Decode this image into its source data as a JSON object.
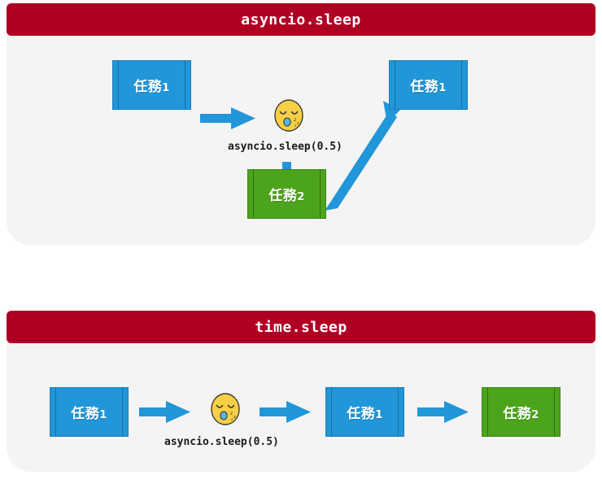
{
  "meta": {
    "accent_red": "#AF0024",
    "panel_bg": "#f4f4f5",
    "blue": "#2196d8",
    "green": "#4ca41c",
    "arrow_blue": "#2196d8",
    "page_bg": "#ffffff"
  },
  "panels": [
    {
      "id": "panel-async",
      "title": "asyncio.sleep",
      "caption": "asyncio.sleep(0.5)",
      "boxes": [
        {
          "label": "任務",
          "num": "1",
          "color": "blue",
          "name": "task-box-1"
        },
        {
          "label": "任務",
          "num": "1",
          "color": "blue",
          "name": "task-box-2"
        },
        {
          "label": "任務",
          "num": "2",
          "color": "green",
          "name": "task-box-3"
        }
      ],
      "emoji": "sleepy-face"
    },
    {
      "id": "panel-time",
      "title": "time.sleep",
      "caption": "asyncio.sleep(0.5)",
      "boxes": [
        {
          "label": "任務",
          "num": "1",
          "color": "blue",
          "name": "task-box-1"
        },
        {
          "label": "任務",
          "num": "1",
          "color": "blue",
          "name": "task-box-2"
        },
        {
          "label": "任務",
          "num": "2",
          "color": "green",
          "name": "task-box-3"
        }
      ],
      "emoji": "sleepy-face"
    }
  ]
}
